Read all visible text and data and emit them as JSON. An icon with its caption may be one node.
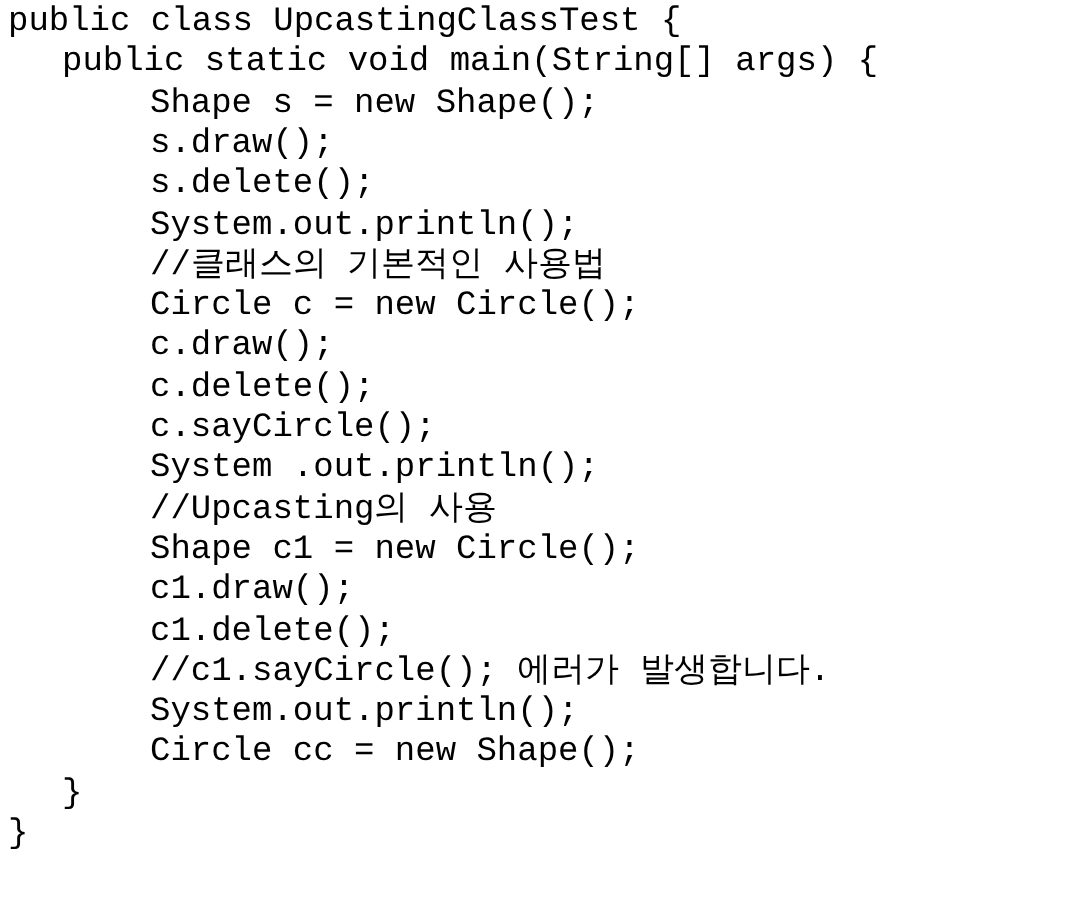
{
  "diagram": {
    "labels": [
      "public class UpcastingClassTest {",
      "public static void main(String[] args) {",
      "Shape s = new Shape();",
      "s.draw();",
      "s.delete();",
      "System.out.println();",
      "//클래스의 기본적인 사용법",
      "Circle c = new Circle();",
      "c.draw();",
      "c.delete();",
      "c.sayCircle();",
      "System .out.println();",
      "//Upcasting의 사용",
      "Shape c1 = new Circle();",
      "c1.draw();",
      "c1.delete();",
      "//c1.sayCircle(); 에러가 발생합니다.",
      "System.out.println();",
      "Circle cc = new Shape();",
      "}",
      "}"
    ]
  }
}
